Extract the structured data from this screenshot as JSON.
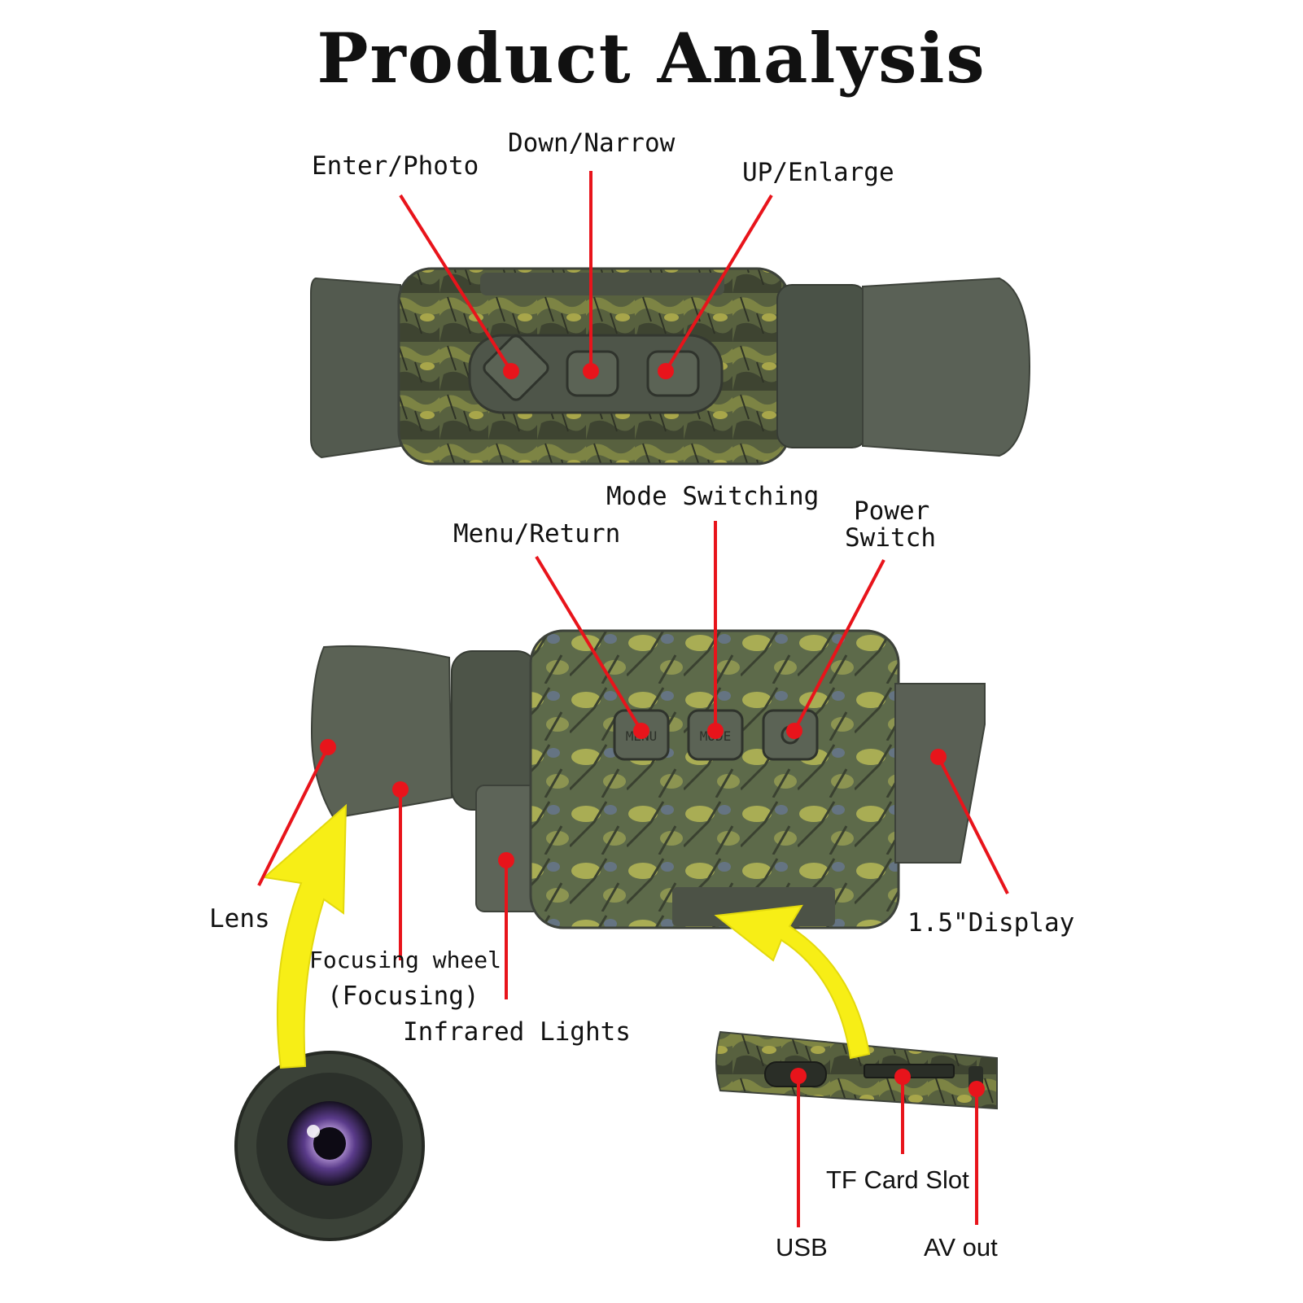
{
  "title": "Product Analysis",
  "colors": {
    "callout": "#e8141b",
    "arrow": "#f7ee16",
    "housing": "#4f5548",
    "camo_green": "#6d7a3e",
    "camo_yellow": "#b7b349"
  },
  "top_view": {
    "labels": {
      "enter_photo": "Enter/Photo",
      "down_narrow": "Down/Narrow",
      "up_enlarge": "UP/Enlarge"
    }
  },
  "side_view": {
    "labels": {
      "mode_switching": "Mode Switching",
      "menu_return": "Menu/Return",
      "power_switch_1": "Power",
      "power_switch_2": "Switch",
      "lens": "Lens",
      "display": "1.5\"Display",
      "focusing_1": "Focusing wheel",
      "focusing_2": "(Focusing)",
      "infrared": "Infrared Lights"
    },
    "button_text": {
      "menu": "MENU",
      "mode": "MODE"
    }
  },
  "ports_view": {
    "labels": {
      "usb": "USB",
      "tf_card": "TF Card Slot",
      "av_out": "AV out"
    }
  }
}
